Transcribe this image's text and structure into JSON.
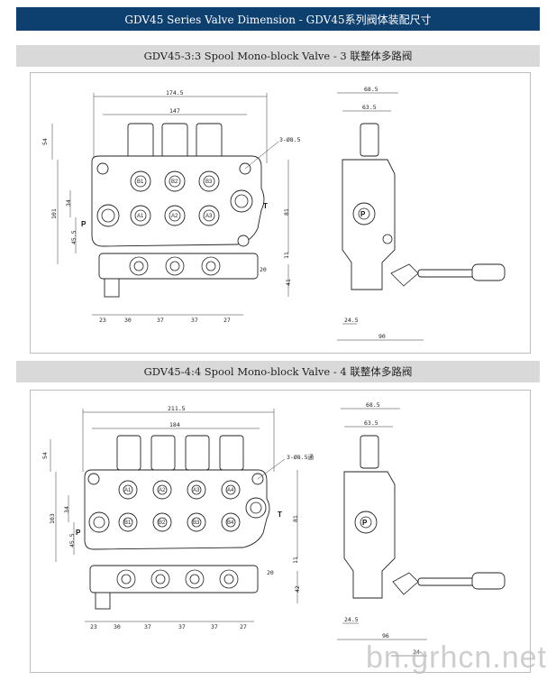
{
  "header": {
    "title": "GDV45 Series Valve Dimension - GDV45系列阀体装配尺寸"
  },
  "sections": [
    {
      "title": "GDV45-3:3 Spool Mono-block Valve - 3 联整体多路阀",
      "front": {
        "overall_width": "174.5",
        "inner_width": "147",
        "top_height": "54",
        "port_note": "3-Ø8.5",
        "left_height": "101",
        "left_mid": "34",
        "left_low": "45.5",
        "right_height": "81",
        "right_small": "11",
        "right_low": "20",
        "right_bottom": "41",
        "bottom_dims": [
          "23",
          "30",
          "37",
          "37",
          "27"
        ],
        "port_p": "P",
        "port_t": "T",
        "port_labels_top": [
          "B1",
          "B2",
          "B3"
        ],
        "port_labels_bottom": [
          "A1",
          "A2",
          "A3"
        ]
      },
      "side": {
        "width_top": "68.5",
        "width_inner": "63.5",
        "bottom_left": "24.5",
        "bottom_total": "90",
        "port_p": "P"
      }
    },
    {
      "title": "GDV45-4:4 Spool Mono-block Valve - 4 联整体多路阀",
      "front": {
        "overall_width": "211.5",
        "inner_width": "184",
        "top_height": "54",
        "port_note": "3-Ø8.5通",
        "left_height": "103",
        "left_mid": "34",
        "left_low": "45.5",
        "right_height": "81",
        "right_small": "11",
        "right_low": "20",
        "right_bottom": "42",
        "bottom_dims": [
          "23",
          "30",
          "37",
          "37",
          "37",
          "27"
        ],
        "port_p": "P",
        "port_t": "T",
        "port_labels_top": [
          "A1",
          "A2",
          "A3",
          "A4"
        ],
        "port_labels_bottom": [
          "B1",
          "B2",
          "B3",
          "B4"
        ]
      },
      "side": {
        "width_top": "68.5",
        "width_inner": "63.5",
        "bottom_left": "24.5",
        "bottom_total": "96",
        "extra": "24",
        "port_p": "P"
      }
    }
  ],
  "watermark": "bn.grhcn.net"
}
